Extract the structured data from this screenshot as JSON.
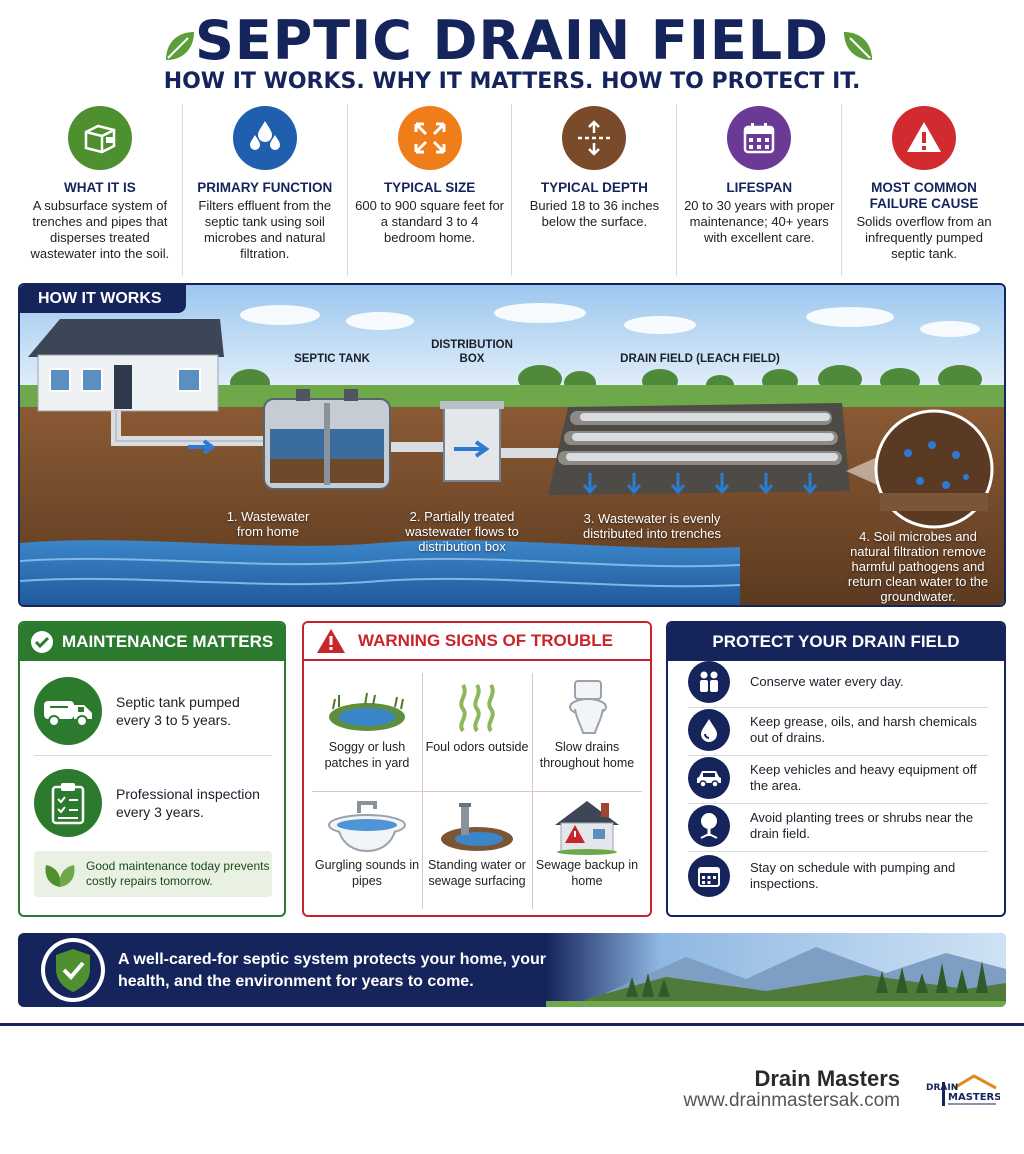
{
  "header": {
    "title": "SEPTIC DRAIN FIELD",
    "subtitle": "HOW IT WORKS. WHY IT MATTERS. HOW TO PROTECT IT."
  },
  "facts": [
    {
      "label": "WHAT IT IS",
      "text": "A subsurface system of trenches and pipes that disperses treated wastewater into the soil.",
      "color": "#4e8f2f",
      "icon": "tank-box-icon"
    },
    {
      "label": "PRIMARY FUNCTION",
      "text": "Filters effluent from the septic tank using soil microbes and natural filtration.",
      "color": "#1f5fae",
      "icon": "water-drops-icon"
    },
    {
      "label": "TYPICAL SIZE",
      "text": "600 to 900 square feet for a standard 3 to 4 bedroom home.",
      "color": "#ef7d1a",
      "icon": "expand-arrows-icon"
    },
    {
      "label": "TYPICAL DEPTH",
      "text": "Buried 18 to 36 inches below the surface.",
      "color": "#7a4b2a",
      "icon": "depth-arrows-icon"
    },
    {
      "label": "LIFESPAN",
      "text": "20 to 30 years with proper maintenance; 40+ years with excellent care.",
      "color": "#6a3a96",
      "icon": "calendar-icon"
    },
    {
      "label": "MOST COMMON FAILURE CAUSE",
      "text": "Solids overflow from an infrequently pumped septic tank.",
      "color": "#d12a2f",
      "icon": "warning-icon"
    }
  ],
  "how": {
    "tab": "HOW IT WORKS",
    "labels": {
      "septic_tank": "SEPTIC TANK",
      "distribution_box": "DISTRIBUTION BOX",
      "drain_field": "DRAIN FIELD (LEACH FIELD)"
    },
    "steps": [
      "1. Wastewater from home",
      "2. Partially treated wastewater flows to distribution box",
      "3. Wastewater is evenly distributed into trenches",
      "4. Soil microbes and natural filtration remove harmful pathogens and return clean water to the groundwater."
    ]
  },
  "maintenance": {
    "title": "MAINTENANCE MATTERS",
    "items": [
      {
        "text": "Septic tank pumped every 3 to 5 years.",
        "icon": "pump-truck-icon"
      },
      {
        "text": "Professional inspection every 3 years.",
        "icon": "clipboard-checklist-icon"
      }
    ],
    "note": "Good maintenance today prevents costly repairs tomorrow."
  },
  "warning": {
    "title": "WARNING SIGNS OF TROUBLE",
    "signs": [
      {
        "text": "Soggy or lush patches in yard",
        "icon": "soggy-patch-icon"
      },
      {
        "text": "Foul odors outside",
        "icon": "odor-waves-icon"
      },
      {
        "text": "Slow drains throughout home",
        "icon": "toilet-icon"
      },
      {
        "text": "Gurgling sounds in pipes",
        "icon": "sink-icon"
      },
      {
        "text": "Standing water or sewage surfacing",
        "icon": "standing-water-icon"
      },
      {
        "text": "Sewage backup in home",
        "icon": "house-alert-icon"
      }
    ]
  },
  "protect": {
    "title": "PROTECT YOUR DRAIN FIELD",
    "items": [
      {
        "text": "Conserve water every day.",
        "icon": "people-icon"
      },
      {
        "text": "Keep grease, oils, and harsh chemicals out of drains.",
        "icon": "drop-icon"
      },
      {
        "text": "Keep vehicles and heavy equipment off the area.",
        "icon": "car-icon"
      },
      {
        "text": "Avoid planting trees or shrubs near the drain field.",
        "icon": "tree-icon"
      },
      {
        "text": "Stay on schedule with pumping and inspections.",
        "icon": "calendar-icon"
      }
    ]
  },
  "banner": {
    "text": "A well-cared-for septic system protects your home, your health, and the environment for years to come."
  },
  "footer": {
    "brand": "Drain Masters",
    "url": "www.drainmastersak.com",
    "logo_text_top": "DRAIN",
    "logo_text_bottom": "MASTERS"
  },
  "colors": {
    "navy": "#16245c",
    "green": "#2b7a2e",
    "red": "#c8252b"
  }
}
